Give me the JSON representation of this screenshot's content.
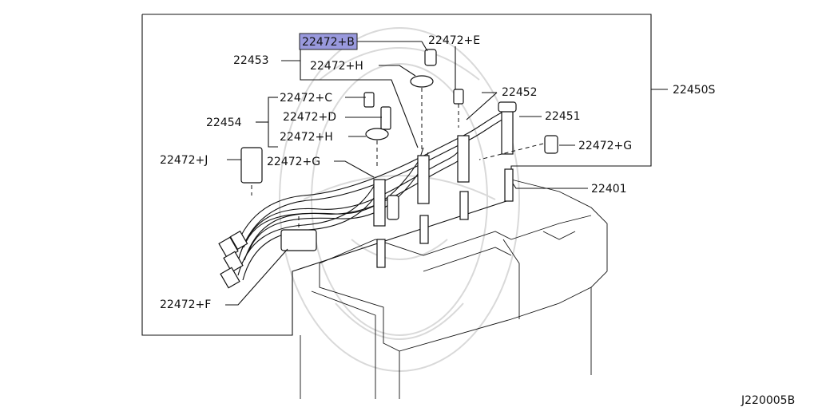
{
  "diagram": {
    "highlight_color": "#9999dd",
    "callouts": {
      "c_22472_b": "22472+B",
      "c_22472_e": "22472+E",
      "c_22453": "22453",
      "c_22472_h_top": "22472+H",
      "c_22452": "22452",
      "c_22450s": "22450S",
      "c_22472_c": "22472+C",
      "c_22472_d": "22472+D",
      "c_22454": "22454",
      "c_22472_h_mid": "22472+H",
      "c_22451": "22451",
      "c_22472_g_right": "22472+G",
      "c_22472_j": "22472+J",
      "c_22472_g_left": "22472+G",
      "c_22401": "22401",
      "c_22472_f": "22472+F"
    },
    "drawing_code": "J220005B"
  }
}
